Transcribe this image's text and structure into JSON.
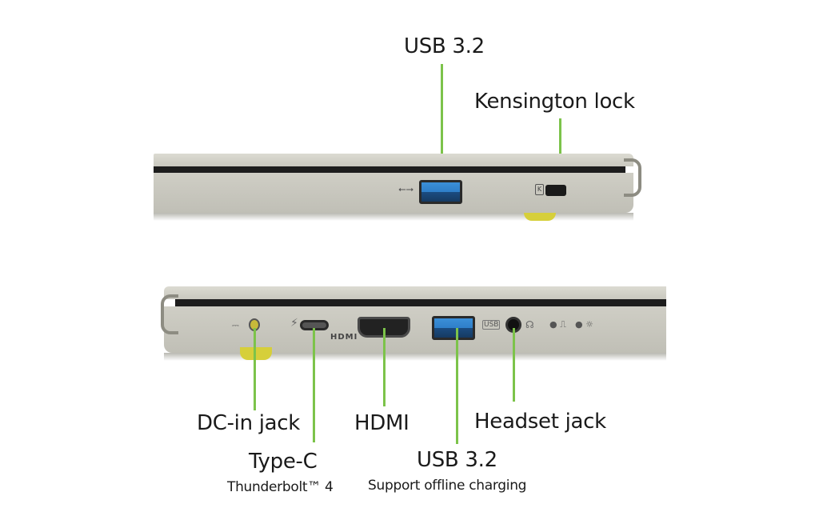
{
  "colors": {
    "leader_line": "#7cc34a",
    "chassis": "#cfcec5",
    "usb_blue": "#2f7fc9",
    "foot_yellow": "#d6cf3a"
  },
  "right_side": {
    "labels": [
      {
        "text": "USB 3.2"
      },
      {
        "text": "Kensington lock"
      }
    ],
    "icons": [
      "usb-icon",
      "kensington-lock-icon"
    ]
  },
  "left_side": {
    "labels": [
      {
        "text": "DC-in jack"
      },
      {
        "text": "Type-C",
        "subtext": "Thunderbolt™ 4"
      },
      {
        "text": "HDMI"
      },
      {
        "text": "USB 3.2",
        "subtext": "Support offline charging"
      },
      {
        "text": "Headset jack"
      }
    ],
    "port_markings": {
      "hdmi": "HDMI",
      "usb": "USB"
    },
    "icons": [
      "dc-power-icon",
      "thunderbolt-icon",
      "usb-charge-icon",
      "headset-icon",
      "battery-led-icon",
      "power-led-icon"
    ]
  }
}
